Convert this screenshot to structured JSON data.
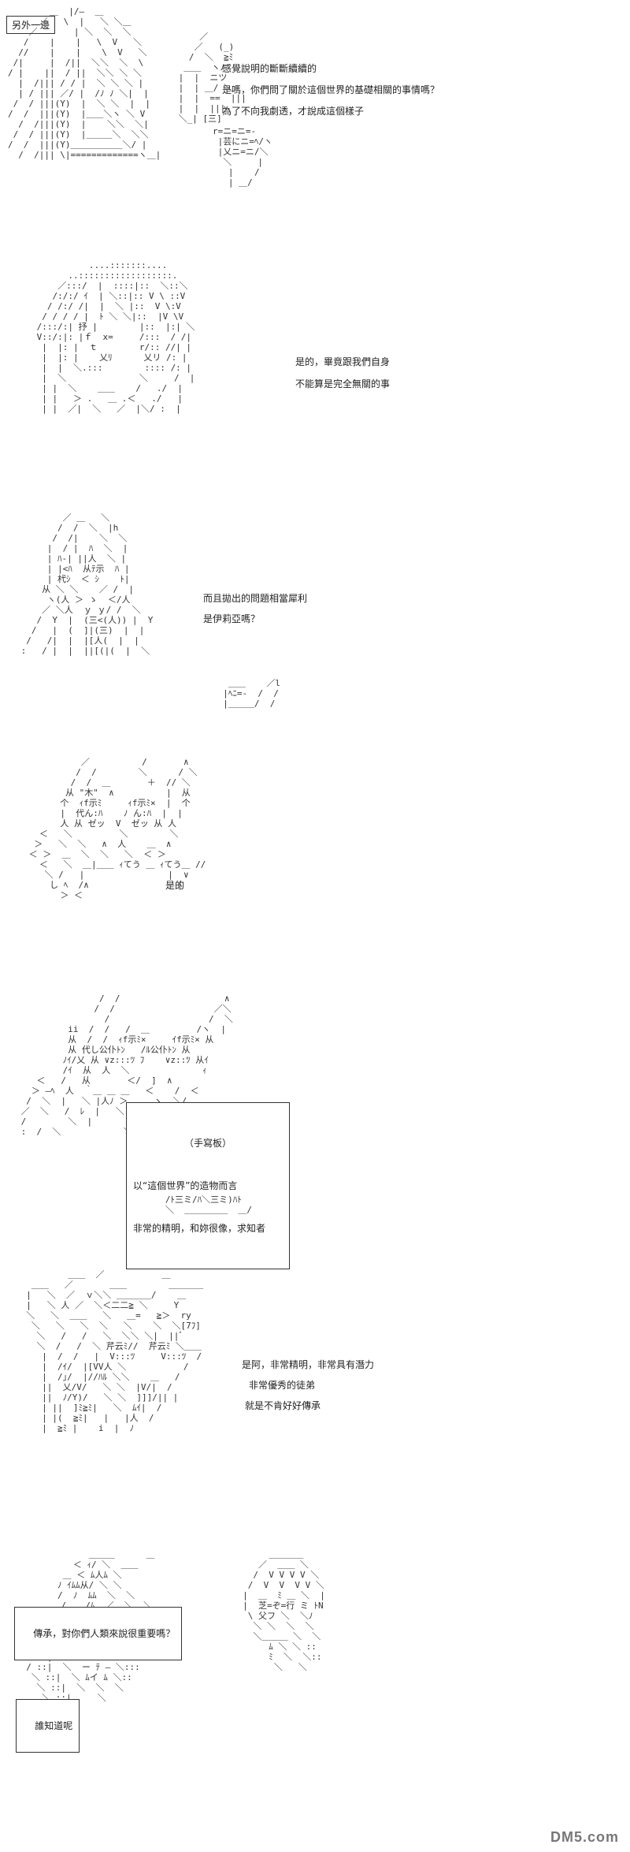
{
  "title": "另外一邊",
  "panels": [
    {
      "lines": [
        "感覺說明的斷斷續續的",
        "是嗎，你們問了關於這個世界的基礎相關的事情嗎？",
        "為了不向我劇透，才說成這個樣子"
      ]
    },
    {
      "lines": [
        "是的，畢竟跟我們自身",
        "不能算是完全無關的事"
      ]
    },
    {
      "lines": [
        "而且拋出的問題相當犀利",
        "是伊莉亞嗎？"
      ]
    },
    {
      "lines": [
        "是的"
      ]
    },
    {
      "box_lines": [
        "（手寫板）",
        "以“這個世界”的造物而言",
        "非常的精明，和妳很像，求知者"
      ]
    },
    {
      "lines": [
        "是阿，非常精明，非常具有潛力",
        "非常優秀的徒弟",
        "就是不肯好好傳承"
      ]
    },
    {
      "speech1": "傳承，對你們人類來說很重要嗎？",
      "speech2": "誰知道呢"
    }
  ],
  "watermark": "DM5.com"
}
